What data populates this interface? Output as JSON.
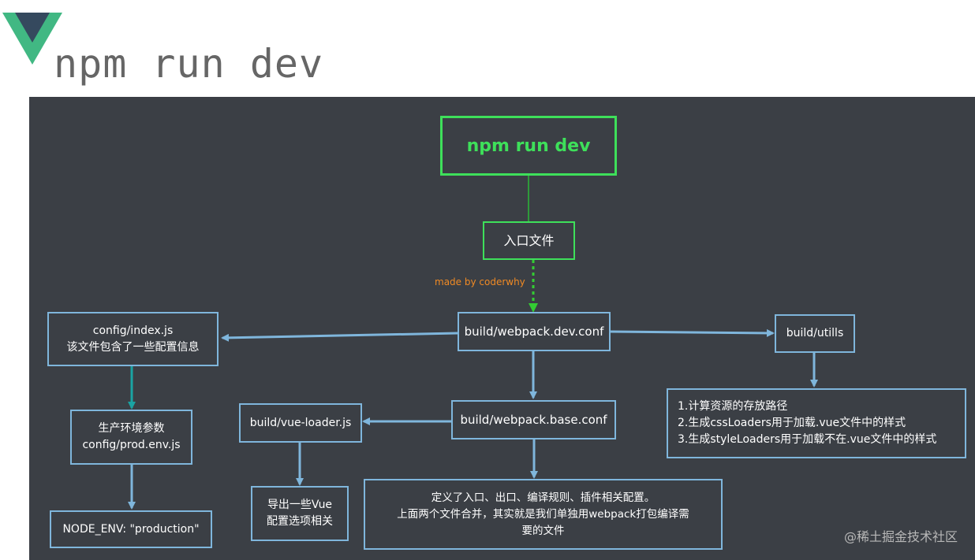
{
  "slide": {
    "title": "npm run dev",
    "watermark": "@稀土掘金技术社区"
  },
  "diagram": {
    "annotation": "made by coderwhy",
    "nodes": {
      "npm_run_dev": "npm run dev",
      "entry": "入口文件",
      "dev_conf": "build/webpack.dev.conf",
      "config_index": [
        "config/index.js",
        "该文件包含了一些配置信息"
      ],
      "utils": "build/utills",
      "utils_desc": [
        "1.计算资源的存放路径",
        "2.生成cssLoaders用于加载.vue文件中的样式",
        "3.生成styleLoaders用于加载不在.vue文件中的样式"
      ],
      "prod_env": [
        "生产环境参数",
        "config/prod.env.js"
      ],
      "node_env": "NODE_ENV: \"production\"",
      "vue_loader": "build/vue-loader.js",
      "vue_options": [
        "导出一些Vue",
        "配置选项相关"
      ],
      "base_conf": "build/webpack.base.conf",
      "base_desc": [
        "定义了入口、出口、编译规则、插件相关配置。",
        "上面两个文件合并，其实就是我们单独用webpack打包编译需",
        "要的文件"
      ]
    }
  }
}
